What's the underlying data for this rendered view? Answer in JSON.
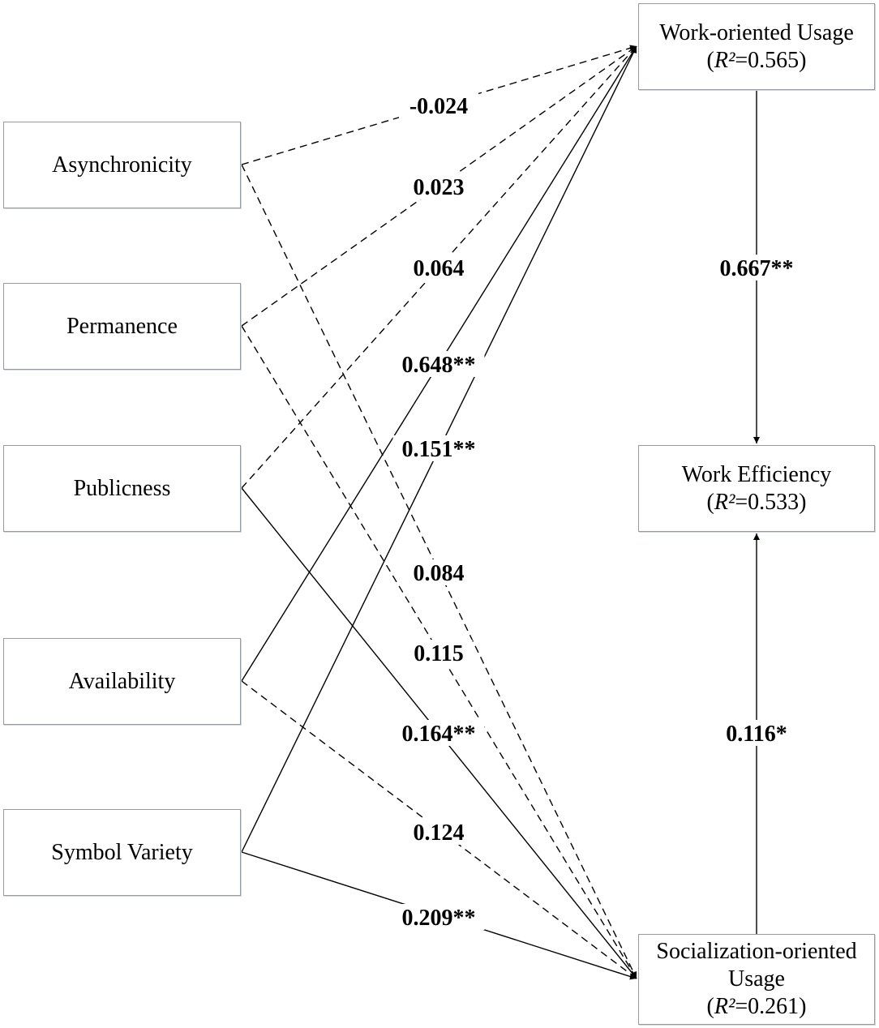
{
  "predictors": [
    {
      "key": "async",
      "label": "Asynchronicity"
    },
    {
      "key": "perm",
      "label": "Permanence"
    },
    {
      "key": "publ",
      "label": "Publicness"
    },
    {
      "key": "avail",
      "label": "Availability"
    },
    {
      "key": "sym",
      "label": "Symbol Variety"
    }
  ],
  "outcomes": {
    "work_usage": {
      "label": "Work-oriented Usage",
      "r2_label": "R²",
      "r2_value": "=0.565"
    },
    "efficiency": {
      "label": "Work Efficiency",
      "r2_label": "R²",
      "r2_value": "=0.533"
    },
    "social_usage": {
      "label_line1": "Socialization-oriented",
      "label_line2": "Usage",
      "r2_label": "R²",
      "r2_value": "=0.261"
    }
  },
  "paths": [
    {
      "from": "async",
      "to": "work_usage",
      "coef": "-0.024",
      "significant": false
    },
    {
      "from": "perm",
      "to": "work_usage",
      "coef": "0.023",
      "significant": false
    },
    {
      "from": "publ",
      "to": "work_usage",
      "coef": "0.064",
      "significant": false
    },
    {
      "from": "avail",
      "to": "work_usage",
      "coef": "0.648**",
      "significant": true
    },
    {
      "from": "sym",
      "to": "work_usage",
      "coef": "0.151**",
      "significant": true
    },
    {
      "from": "async",
      "to": "social_usage",
      "coef": "0.084",
      "significant": false
    },
    {
      "from": "perm",
      "to": "social_usage",
      "coef": "0.115",
      "significant": false
    },
    {
      "from": "publ",
      "to": "social_usage",
      "coef": "0.164**",
      "significant": true
    },
    {
      "from": "avail",
      "to": "social_usage",
      "coef": "0.124",
      "significant": false
    },
    {
      "from": "sym",
      "to": "social_usage",
      "coef": "0.209**",
      "significant": true
    },
    {
      "from": "work_usage",
      "to": "efficiency",
      "coef": "0.667**",
      "significant": true
    },
    {
      "from": "social_usage",
      "to": "efficiency",
      "coef": "0.116*",
      "significant": true
    }
  ]
}
